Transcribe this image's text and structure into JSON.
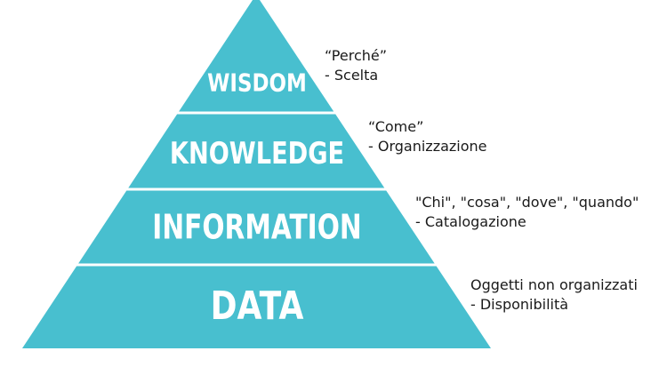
{
  "colors": {
    "pyramid_fill": "#48bfcf",
    "separator": "#ffffff",
    "label_text": "#ffffff",
    "note_text": "#1a1a1a"
  },
  "levels": [
    {
      "label": "WISDOM",
      "note_line1": "“Perché”",
      "note_line2": "- Scelta"
    },
    {
      "label": "KNOWLEDGE",
      "note_line1": "“Come”",
      "note_line2": "- Organizzazione"
    },
    {
      "label": "INFORMATION",
      "note_line1": "\"Chi\", \"cosa\", \"dove\", \"quando\"",
      "note_line2": "- Catalogazione"
    },
    {
      "label": "DATA",
      "note_line1": "Oggetti non organizzati",
      "note_line2": "- Disponibilità"
    }
  ]
}
